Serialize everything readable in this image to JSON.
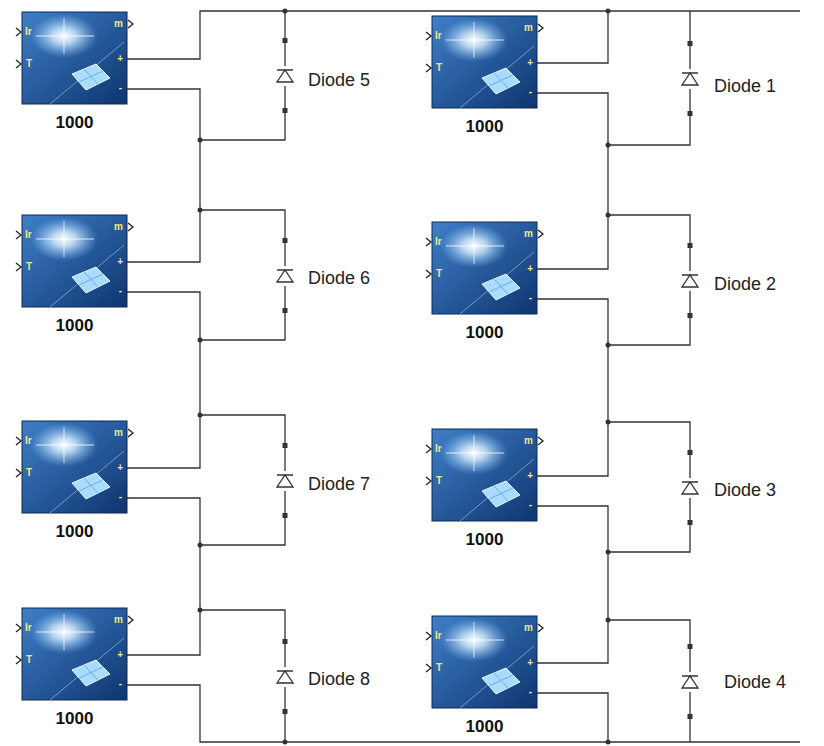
{
  "diagram": {
    "nodes": [
      {
        "text": [
          "Ir",
          "T",
          "m",
          "+",
          "-",
          "1000"
        ]
      },
      {
        "text": [
          "Ir",
          "T",
          "m",
          "+",
          "-",
          "1000"
        ]
      },
      {
        "text": [
          "Ir",
          "T",
          "m",
          "+",
          "-",
          "1000"
        ]
      },
      {
        "text": [
          "Ir",
          "T",
          "m",
          "+",
          "-",
          "1000"
        ]
      },
      {
        "text": [
          "Ir",
          "T",
          "m",
          "+",
          "-",
          "1000"
        ]
      },
      {
        "text": [
          "Ir",
          "T",
          "m",
          "+",
          "-",
          "1000"
        ]
      },
      {
        "text": [
          "Ir",
          "T",
          "m",
          "+",
          "-",
          "1000"
        ]
      },
      {
        "text": [
          "Ir",
          "T",
          "m",
          "+",
          "-",
          "1000"
        ]
      }
    ],
    "edges": [
      {
        "from": 0,
        "to": 1,
        "arrow": "none"
      },
      {
        "from": 0,
        "to": 2,
        "arrow": "none"
      },
      {
        "from": 2,
        "to": 4,
        "arrow": "none"
      },
      {
        "from": 4,
        "to": 6,
        "arrow": "none"
      },
      {
        "from": 1,
        "to": 3,
        "arrow": "none"
      },
      {
        "from": 3,
        "to": 5,
        "arrow": "none"
      },
      {
        "from": 5,
        "to": 7,
        "arrow": "none"
      },
      {
        "from": 6,
        "to": 7,
        "arrow": "none"
      }
    ],
    "labels": [
      "Diode 5",
      "Diode 1",
      "Diode 6",
      "Diode 2",
      "Diode 7",
      "Diode 3",
      "Diode 8",
      "Diode 4"
    ]
  }
}
